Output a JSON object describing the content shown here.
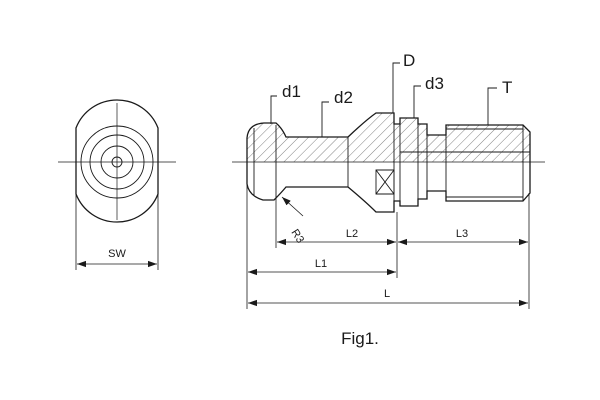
{
  "figure": {
    "caption": "Fig1.",
    "end_view": {
      "labels": {
        "sw": "SW"
      }
    },
    "side_view": {
      "labels": {
        "d1": "d1",
        "d2": "d2",
        "D": "D",
        "d3": "d3",
        "T": "T",
        "R3": "R3",
        "L1": "L1",
        "L2": "L2",
        "L3": "L3",
        "L": "L"
      }
    }
  }
}
